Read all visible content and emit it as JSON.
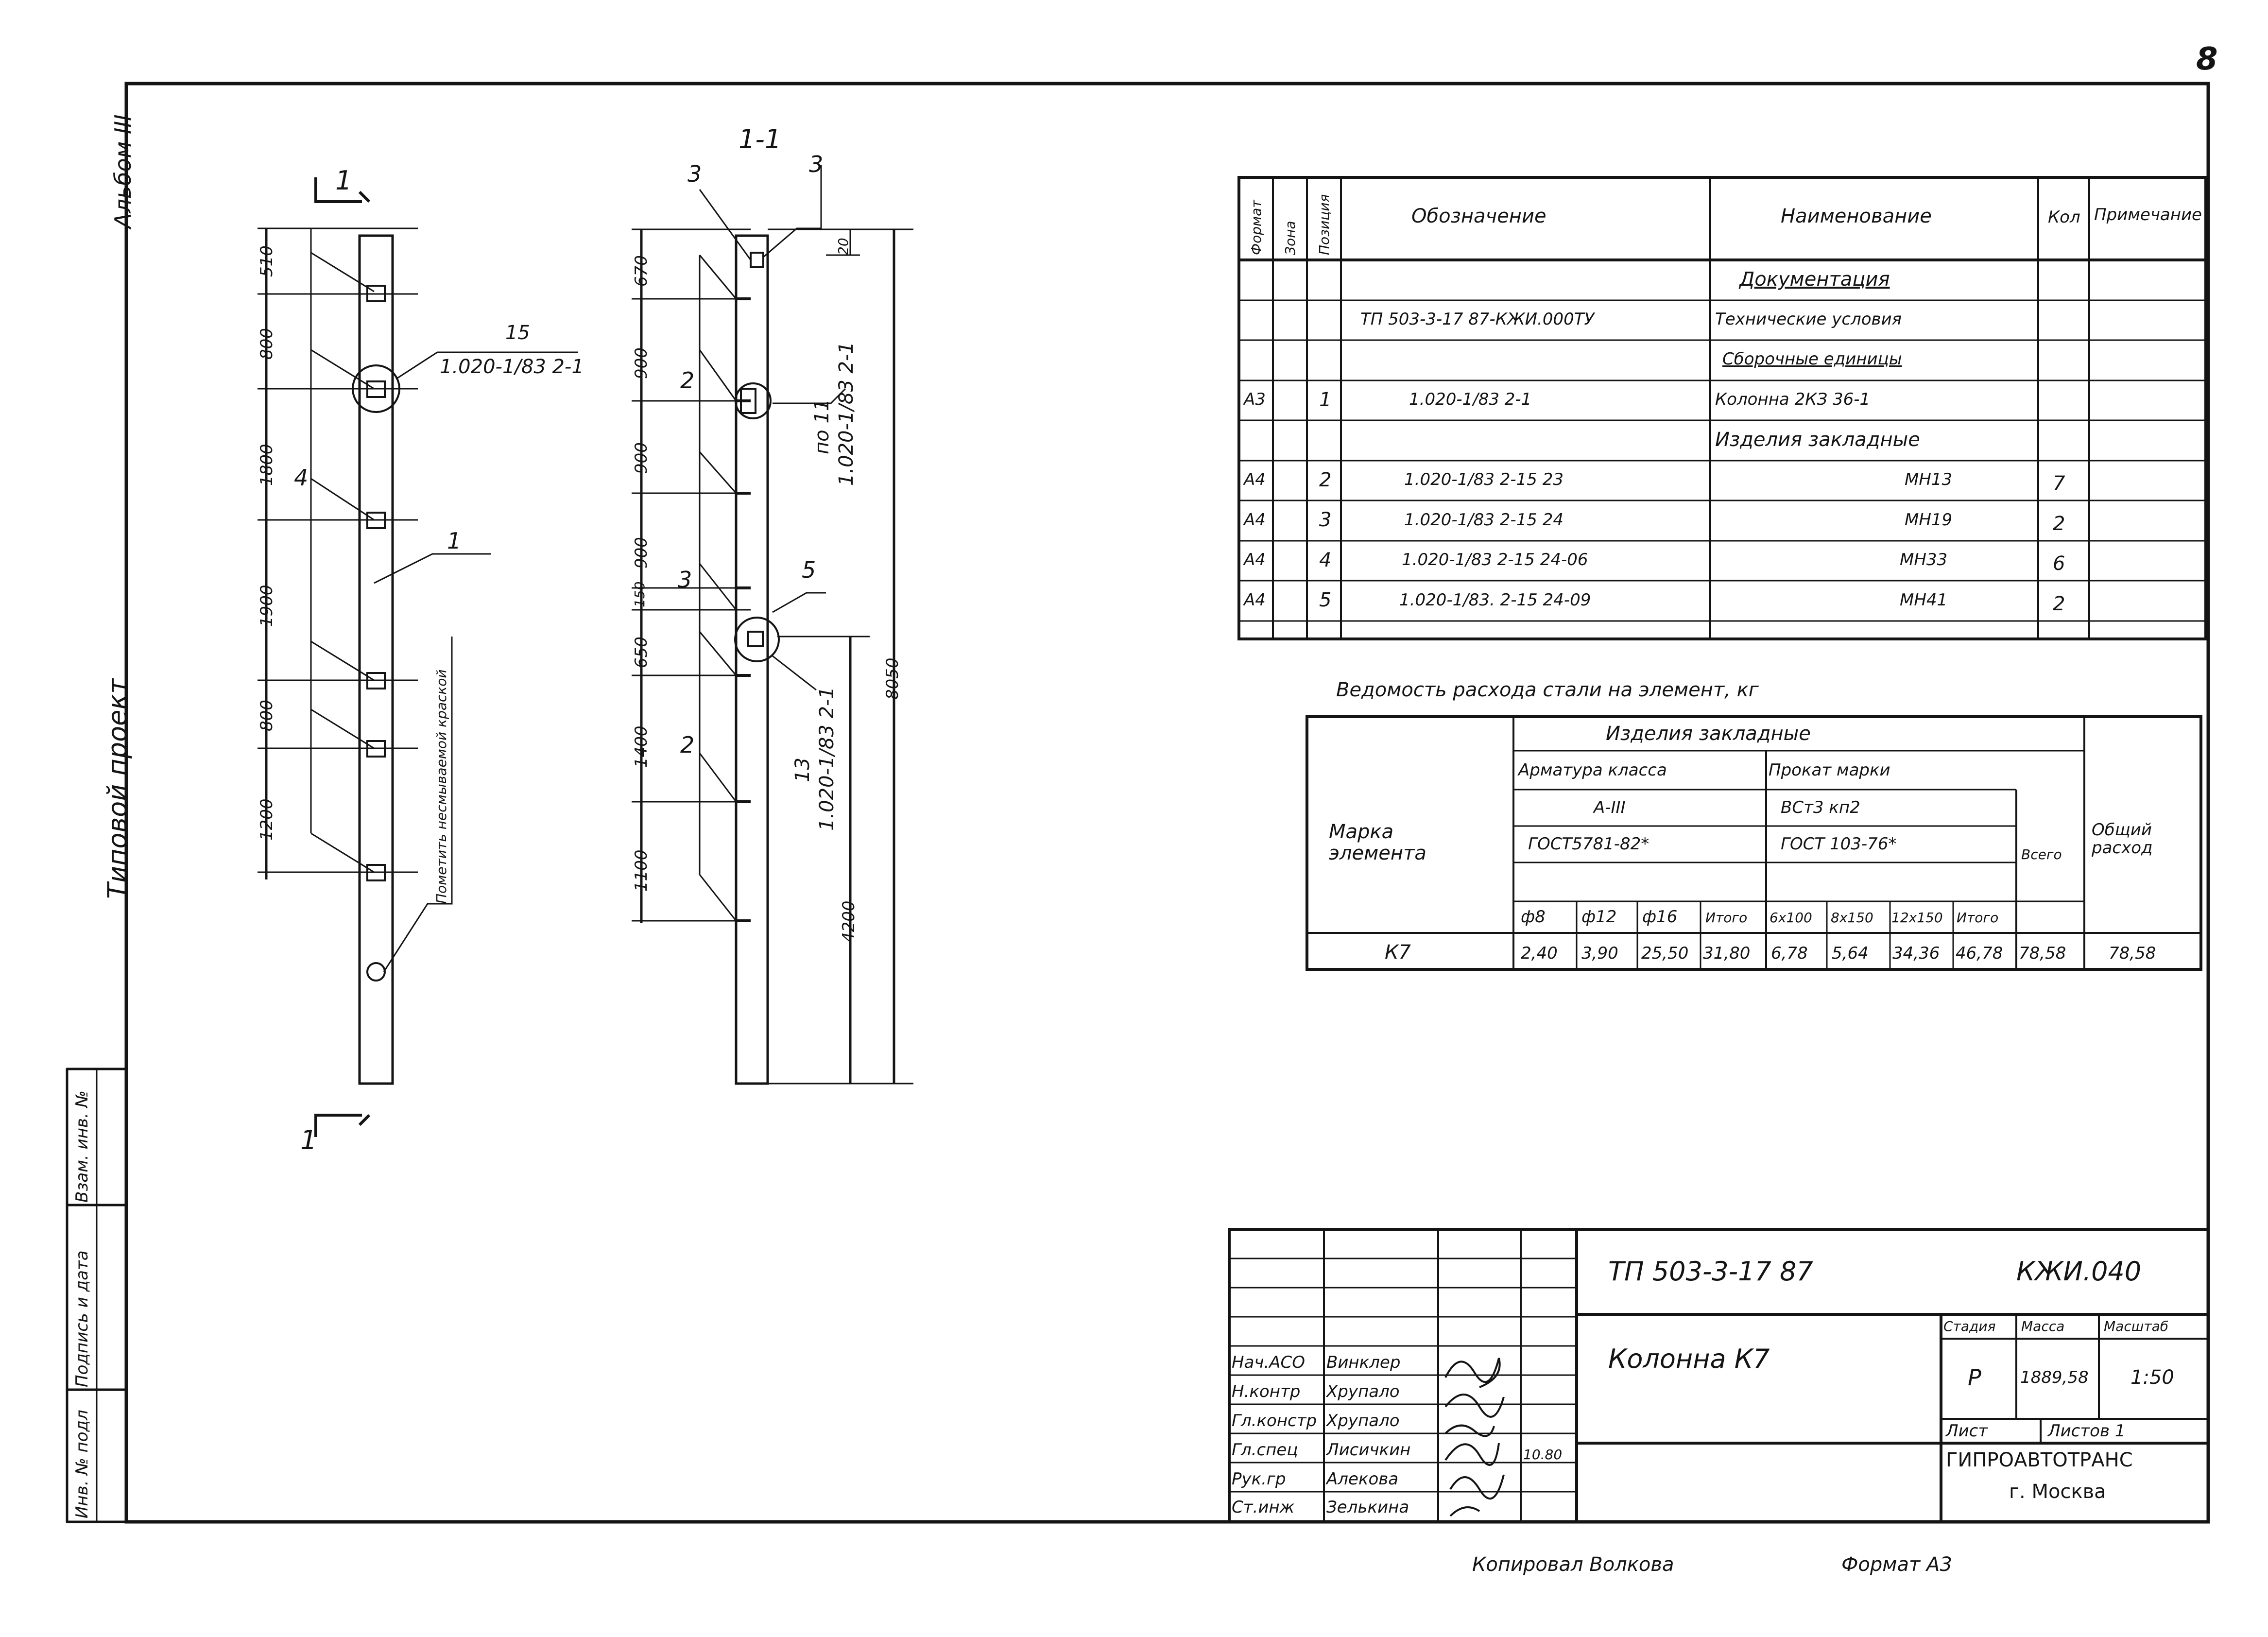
{
  "page": {
    "number": "8"
  },
  "margin_left": {
    "album": "Альбом III",
    "project_type": "Типовой проект",
    "inv_original": "Инв. № подл",
    "signature_date": "Подпись и дата",
    "replace_inv": "Взам. инв. №"
  },
  "drawing": {
    "section_title": "1-1",
    "cut_marker": "1",
    "column_view": {
      "dims": [
        "510",
        "800",
        "1800",
        "1900",
        "800",
        "1200"
      ],
      "position_labels": [
        "4",
        "1"
      ],
      "callout": {
        "position": "15",
        "ref": "1.020-1/83 2-1"
      },
      "note": "Пометить несмываемой краской"
    },
    "section_view": {
      "dims": [
        "670",
        "900",
        "900",
        "900",
        "150",
        "650",
        "1400",
        "1100"
      ],
      "top_dim": "20",
      "total_dims": [
        "8050",
        "4200"
      ],
      "position_labels": [
        "3",
        "3",
        "2",
        "3",
        "2",
        "5"
      ],
      "callout_top": {
        "position": "по 11",
        "ref": "1.020-1/83 2-1"
      },
      "callout_bottom": {
        "position": "13",
        "ref": "1.020-1/83 2-1"
      }
    }
  },
  "spec_table": {
    "headers": [
      "Формат",
      "Зона",
      "Позиция",
      "Обозначение",
      "Наименование",
      "Кол",
      "Примечание"
    ],
    "rows": [
      {
        "format": "",
        "zone": "",
        "pos": "",
        "designation": "",
        "name": "Документация",
        "qty": "",
        "note": "",
        "underline": true
      },
      {
        "format": "",
        "zone": "",
        "pos": "",
        "designation": "ТП 503-3-17 87-КЖИ.000ТУ",
        "name": "Технические условия",
        "qty": "",
        "note": ""
      },
      {
        "format": "",
        "zone": "",
        "pos": "",
        "designation": "",
        "name": "Сборочные единицы",
        "qty": "",
        "note": "",
        "underline": true
      },
      {
        "format": "А3",
        "zone": "",
        "pos": "1",
        "designation": "1.020-1/83 2-1",
        "name": "Колонна 2КЗ 36-1",
        "qty": "",
        "note": ""
      },
      {
        "format": "",
        "zone": "",
        "pos": "",
        "designation": "",
        "name": "Изделия закладные",
        "qty": "",
        "note": ""
      },
      {
        "format": "А4",
        "zone": "",
        "pos": "2",
        "designation": "1.020-1/83 2-15 23",
        "name": "МН13",
        "qty": "7",
        "note": ""
      },
      {
        "format": "А4",
        "zone": "",
        "pos": "3",
        "designation": "1.020-1/83 2-15 24",
        "name": "МН19",
        "qty": "2",
        "note": ""
      },
      {
        "format": "А4",
        "zone": "",
        "pos": "4",
        "designation": "1.020-1/83 2-15 24-06",
        "name": "МН33",
        "qty": "6",
        "note": ""
      },
      {
        "format": "А4",
        "zone": "",
        "pos": "5",
        "designation": "1.020-1/83. 2-15 24-09",
        "name": "МН41",
        "qty": "2",
        "note": ""
      }
    ]
  },
  "steel_table": {
    "title": "Ведомость расхода стали на элемент, кг",
    "group_header": "Изделия закладные",
    "mark_header": "Марка элемента",
    "armature_header": "Арматура класса",
    "armature_class": "А-III",
    "armature_gost": "ГОСТ5781-82*",
    "rolled_header": "Прокат марки",
    "rolled_grade": "ВСт3 кп2",
    "rolled_gost": "ГОСТ 103-76*",
    "total_header": "Всего",
    "overall_header": "Общий расход",
    "sub_headers": [
      "ф8",
      "ф12",
      "ф16",
      "Итого",
      "6х100",
      "8х150",
      "12х150",
      "Итого"
    ],
    "row": {
      "mark": "К7",
      "values": [
        "2,40",
        "3,90",
        "25,50",
        "31,80",
        "6,78",
        "5,64",
        "34,36",
        "46,78"
      ],
      "total": "78,58",
      "overall": "78,58"
    }
  },
  "title_block": {
    "code": "ТП 503-3-17 87",
    "sheet_code": "КЖИ.040",
    "title": "Колонна К7",
    "stage_label": "Стадия",
    "mass_label": "Масса",
    "scale_label": "Масштаб",
    "stage": "Р",
    "mass": "1889,58",
    "scale": "1:50",
    "sheet_label": "Лист",
    "sheets_label": "Листов 1",
    "org": "ГИПРОАВТОТРАНС",
    "city": "г. Москва",
    "date": "10.80",
    "staff": [
      {
        "role": "Нач.АСО",
        "name": "Винклер"
      },
      {
        "role": "Н.контр",
        "name": "Хрупало"
      },
      {
        "role": "Гл.констр",
        "name": "Хрупало"
      },
      {
        "role": "Гл.спец",
        "name": "Лисичкин"
      },
      {
        "role": "Рук.гр",
        "name": "Алекова"
      },
      {
        "role": "Ст.инж",
        "name": "Зелькина"
      }
    ]
  },
  "footer": {
    "copied": "Копировал Волкова",
    "format": "Формат А3"
  }
}
